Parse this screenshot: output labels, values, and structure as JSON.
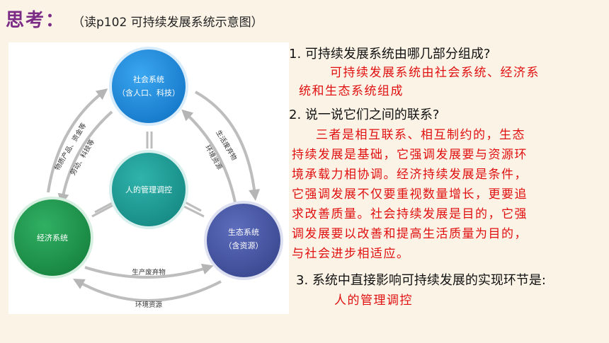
{
  "header": {
    "title": "思考：",
    "subtitle": "（读p102 可持续发展系统示意图）"
  },
  "diagram": {
    "nodes": {
      "social": {
        "line1": "社会系统",
        "line2": "（含人口、科技）",
        "color": "#1a8be0"
      },
      "economic": {
        "line1": "经济系统",
        "color": "#1f9650"
      },
      "ecological": {
        "line1": "生态系统",
        "line2": "（含资源）",
        "color": "#4a5aa8"
      },
      "human": {
        "line1": "人的管理调控",
        "color": "#1e9d96"
      }
    },
    "arrow_labels": {
      "left_outer": "物质产品、资金等",
      "left_inner": "劳动、科技等",
      "right_outer": "生活废弃物",
      "right_inner": "环境资源",
      "bottom_upper": "生产废弃物",
      "bottom_lower": "环境资源"
    }
  },
  "qa": {
    "q1": "1. 可持续发展系统由哪几部分组成?",
    "a1": [
      "可持续发展系统由社会系统、经济系",
      "统和生态系统组成"
    ],
    "q2": "2. 说一说它们之间的联系?",
    "a2": [
      "三者是相互联系、相互制约的，生态",
      "持续发展是基础，它强调发展要与资源环",
      "境承载力相协调。经济持续发展是条件，",
      "它强调发展不仅要重视数量增长，更要追",
      "求改善质量。社会持续发展是目的，它强",
      "调发展要以改善和提高生活质量为目的，",
      "与社会进步相适应。"
    ],
    "q3": "3. 系统中直接影响可持续发展的实现环节是:",
    "a3": "人的管理调控"
  }
}
